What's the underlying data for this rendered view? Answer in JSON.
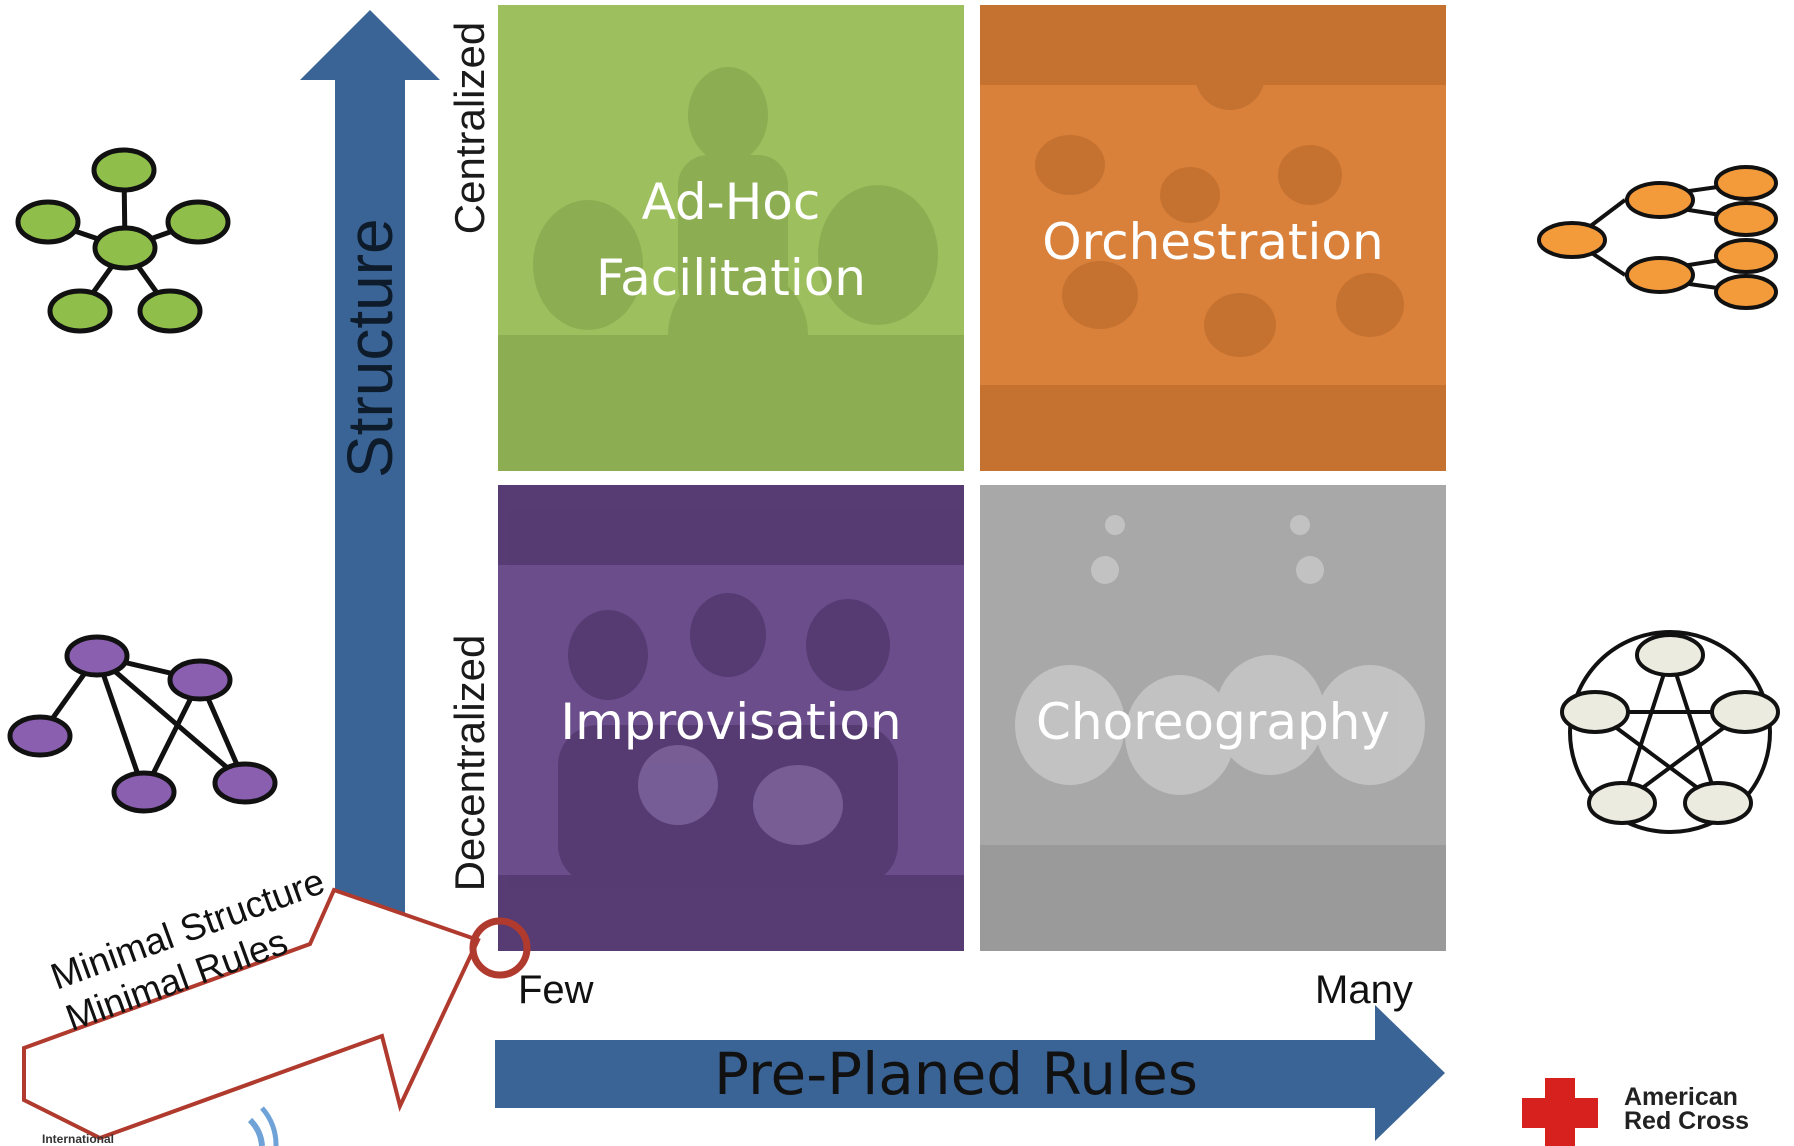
{
  "quadrants": {
    "top_left": {
      "line1": "Ad-Hoc",
      "line2": "Facilitation",
      "color": "#9dbf5e"
    },
    "top_right": {
      "label": "Orchestration",
      "color": "#d9803a"
    },
    "bottom_left": {
      "label": "Improvisation",
      "color": "#6b4d8c"
    },
    "bottom_right": {
      "label": "Choreography",
      "color": "#a8a8a8"
    }
  },
  "y_axis": {
    "title": "Structure",
    "top": "Centralized",
    "bottom": "Decentralized",
    "color": "#3a6496"
  },
  "x_axis": {
    "title": "Pre-Planed Rules",
    "left": "Few",
    "right": "Many",
    "color": "#3a6496"
  },
  "callout": {
    "line1": "Minimal Structure",
    "line2": "Minimal Rules",
    "border_color": "#b03a2e"
  },
  "logos": {
    "red_cross": "American Red Cross",
    "red_cross_line1": "American",
    "red_cross_line2": "Red Cross",
    "corner_fragment": "International"
  },
  "network_icons": {
    "hub": {
      "color": "#8fbf4a"
    },
    "mesh": {
      "color": "#8b5fb0"
    },
    "tree": {
      "color": "#f39a3a"
    },
    "star": {
      "color": "#ecebe0"
    }
  }
}
